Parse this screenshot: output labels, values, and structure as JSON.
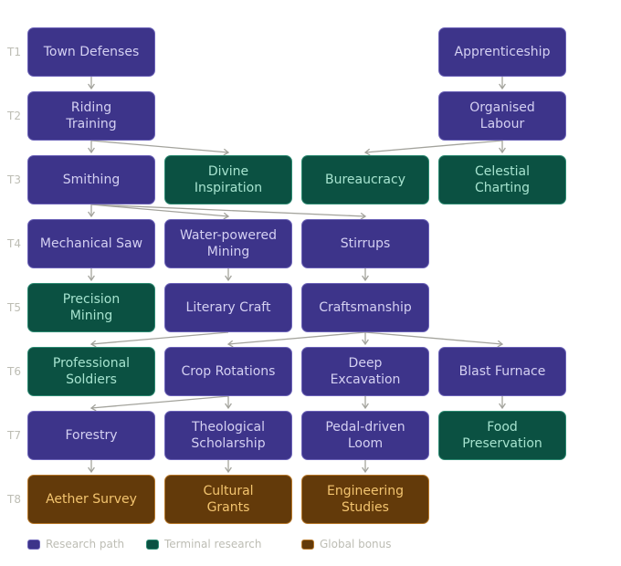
{
  "tiers": [
    "T1",
    "T2",
    "T3",
    "T4",
    "T5",
    "T6",
    "T7",
    "T8"
  ],
  "colors": {
    "research": "#3d348a",
    "terminal": "#0b5142",
    "bonus": "#633a0a",
    "edge": "#a3a39c"
  },
  "nodes": [
    {
      "id": "town-defenses",
      "label": "Town Defenses",
      "tier": 1,
      "col": 0,
      "kind": "research"
    },
    {
      "id": "apprenticeship",
      "label": "Apprenticeship",
      "tier": 1,
      "col": 3,
      "kind": "research"
    },
    {
      "id": "riding-training",
      "label": "Riding\nTraining",
      "tier": 2,
      "col": 0,
      "kind": "research"
    },
    {
      "id": "organised-labour",
      "label": "Organised\nLabour",
      "tier": 2,
      "col": 3,
      "kind": "research"
    },
    {
      "id": "smithing",
      "label": "Smithing",
      "tier": 3,
      "col": 0,
      "kind": "research"
    },
    {
      "id": "divine-inspiration",
      "label": "Divine\nInspiration",
      "tier": 3,
      "col": 1,
      "kind": "terminal"
    },
    {
      "id": "bureaucracy",
      "label": "Bureaucracy",
      "tier": 3,
      "col": 2,
      "kind": "terminal"
    },
    {
      "id": "celestial-charting",
      "label": "Celestial\nCharting",
      "tier": 3,
      "col": 3,
      "kind": "terminal"
    },
    {
      "id": "mechanical-saw",
      "label": "Mechanical Saw",
      "tier": 4,
      "col": 0,
      "kind": "research"
    },
    {
      "id": "water-powered-mining",
      "label": "Water-powered\nMining",
      "tier": 4,
      "col": 1,
      "kind": "research"
    },
    {
      "id": "stirrups",
      "label": "Stirrups",
      "tier": 4,
      "col": 2,
      "kind": "research"
    },
    {
      "id": "precision-mining",
      "label": "Precision\nMining",
      "tier": 5,
      "col": 0,
      "kind": "terminal"
    },
    {
      "id": "literary-craft",
      "label": "Literary Craft",
      "tier": 5,
      "col": 1,
      "kind": "research"
    },
    {
      "id": "craftsmanship",
      "label": "Craftsmanship",
      "tier": 5,
      "col": 2,
      "kind": "research"
    },
    {
      "id": "professional-soldiers",
      "label": "Professional\nSoldiers",
      "tier": 6,
      "col": 0,
      "kind": "terminal"
    },
    {
      "id": "crop-rotations",
      "label": "Crop Rotations",
      "tier": 6,
      "col": 1,
      "kind": "research"
    },
    {
      "id": "deep-excavation",
      "label": "Deep\nExcavation",
      "tier": 6,
      "col": 2,
      "kind": "research"
    },
    {
      "id": "blast-furnace",
      "label": "Blast Furnace",
      "tier": 6,
      "col": 3,
      "kind": "research"
    },
    {
      "id": "forestry",
      "label": "Forestry",
      "tier": 7,
      "col": 0,
      "kind": "research"
    },
    {
      "id": "theological-scholarship",
      "label": "Theological\nScholarship",
      "tier": 7,
      "col": 1,
      "kind": "research"
    },
    {
      "id": "pedal-driven-loom",
      "label": "Pedal-driven\nLoom",
      "tier": 7,
      "col": 2,
      "kind": "research"
    },
    {
      "id": "food-preservation",
      "label": "Food\nPreservation",
      "tier": 7,
      "col": 3,
      "kind": "terminal"
    },
    {
      "id": "aether-survey",
      "label": "Aether Survey",
      "tier": 8,
      "col": 0,
      "kind": "bonus"
    },
    {
      "id": "cultural-grants",
      "label": "Cultural\nGrants",
      "tier": 8,
      "col": 1,
      "kind": "bonus"
    },
    {
      "id": "engineering-studies",
      "label": "Engineering\nStudies",
      "tier": 8,
      "col": 2,
      "kind": "bonus"
    }
  ],
  "edges": [
    [
      "town-defenses",
      "riding-training"
    ],
    [
      "apprenticeship",
      "organised-labour"
    ],
    [
      "riding-training",
      "smithing"
    ],
    [
      "riding-training",
      "divine-inspiration"
    ],
    [
      "organised-labour",
      "bureaucracy"
    ],
    [
      "organised-labour",
      "celestial-charting"
    ],
    [
      "smithing",
      "mechanical-saw"
    ],
    [
      "smithing",
      "water-powered-mining"
    ],
    [
      "smithing",
      "stirrups"
    ],
    [
      "mechanical-saw",
      "precision-mining"
    ],
    [
      "water-powered-mining",
      "literary-craft"
    ],
    [
      "stirrups",
      "craftsmanship"
    ],
    [
      "literary-craft",
      "professional-soldiers"
    ],
    [
      "craftsmanship",
      "crop-rotations"
    ],
    [
      "craftsmanship",
      "deep-excavation"
    ],
    [
      "craftsmanship",
      "blast-furnace"
    ],
    [
      "crop-rotations",
      "forestry"
    ],
    [
      "crop-rotations",
      "theological-scholarship"
    ],
    [
      "deep-excavation",
      "pedal-driven-loom"
    ],
    [
      "blast-furnace",
      "food-preservation"
    ],
    [
      "forestry",
      "aether-survey"
    ],
    [
      "theological-scholarship",
      "cultural-grants"
    ],
    [
      "pedal-driven-loom",
      "engineering-studies"
    ]
  ],
  "legend": [
    {
      "kind": "research",
      "label": "Research path"
    },
    {
      "kind": "terminal",
      "label": "Terminal research"
    },
    {
      "kind": "bonus",
      "label": "Global bonus"
    }
  ]
}
